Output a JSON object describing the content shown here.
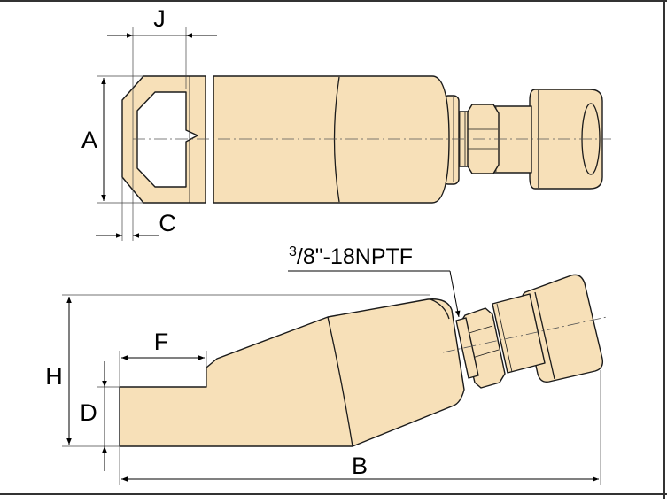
{
  "colors": {
    "part_fill": "#f7e0b8",
    "outline": "#1a1a1a",
    "frame": "#333333"
  },
  "labels": {
    "J": "J",
    "A": "A",
    "C": "C",
    "H": "H",
    "F": "F",
    "D": "D",
    "B": "B",
    "thread_sup": "3",
    "thread_main": "/8\"-18NPTF"
  }
}
